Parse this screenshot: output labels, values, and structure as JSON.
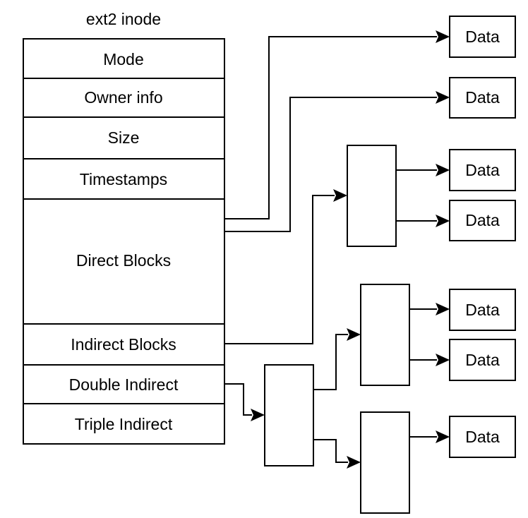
{
  "title": "ext2 inode",
  "inode_fields": {
    "mode": "Mode",
    "owner_info": "Owner info",
    "size": "Size",
    "timestamps": "Timestamps",
    "direct_blocks": "Direct Blocks",
    "indirect_blocks": "Indirect Blocks",
    "double_indirect": "Double Indirect",
    "triple_indirect": "Triple Indirect"
  },
  "data_labels": [
    "Data",
    "Data",
    "Data",
    "Data",
    "Data",
    "Data",
    "Data"
  ]
}
